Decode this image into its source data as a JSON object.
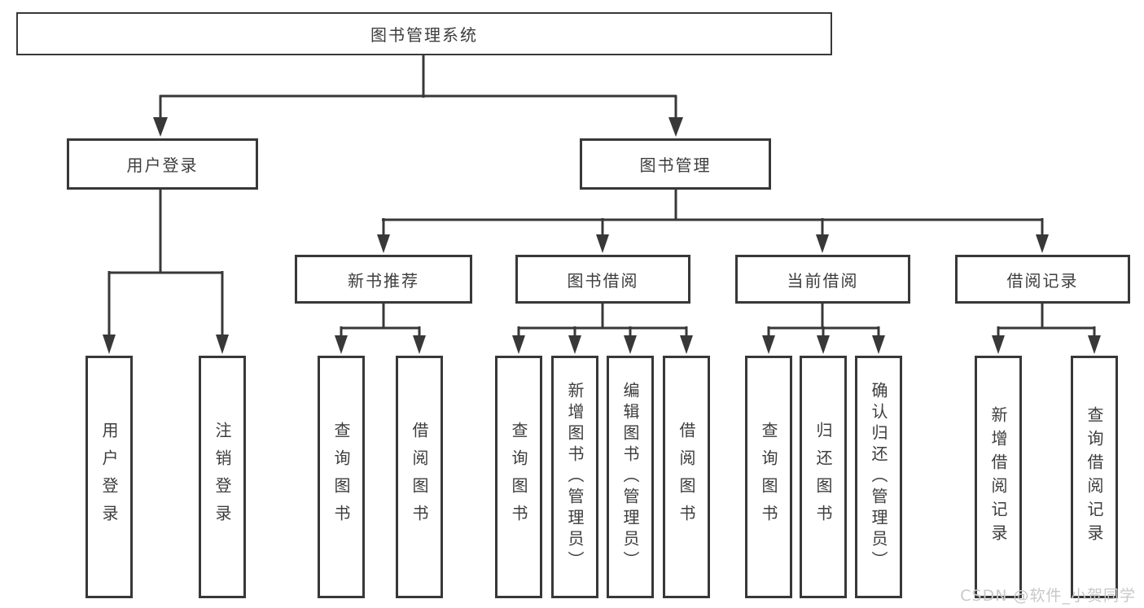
{
  "tree": {
    "label": "图书管理系统",
    "children": [
      {
        "label": "用户登录",
        "children": [
          {
            "label": "用户登录"
          },
          {
            "label": "注销登录"
          }
        ]
      },
      {
        "label": "图书管理",
        "children": [
          {
            "label": "新书推荐",
            "children": [
              {
                "label": "查询图书"
              },
              {
                "label": "借阅图书"
              }
            ]
          },
          {
            "label": "图书借阅",
            "children": [
              {
                "label": "查询图书"
              },
              {
                "label": "新增图书（管理员）"
              },
              {
                "label": "编辑图书（管理员）"
              },
              {
                "label": "借阅图书"
              }
            ]
          },
          {
            "label": "当前借阅",
            "children": [
              {
                "label": "查询图书"
              },
              {
                "label": "归还图书"
              },
              {
                "label": "确认归还（管理员）"
              }
            ]
          },
          {
            "label": "借阅记录",
            "children": [
              {
                "label": "新增借阅记录"
              },
              {
                "label": "查询借阅记录"
              }
            ]
          }
        ]
      }
    ]
  },
  "watermark": "CSDN @软件_小贺同学",
  "colors": {
    "line": "#383838",
    "border": "#383838",
    "text": "#3d3d3d",
    "watermark": "#c8c8c8",
    "background": "#ffffff"
  }
}
